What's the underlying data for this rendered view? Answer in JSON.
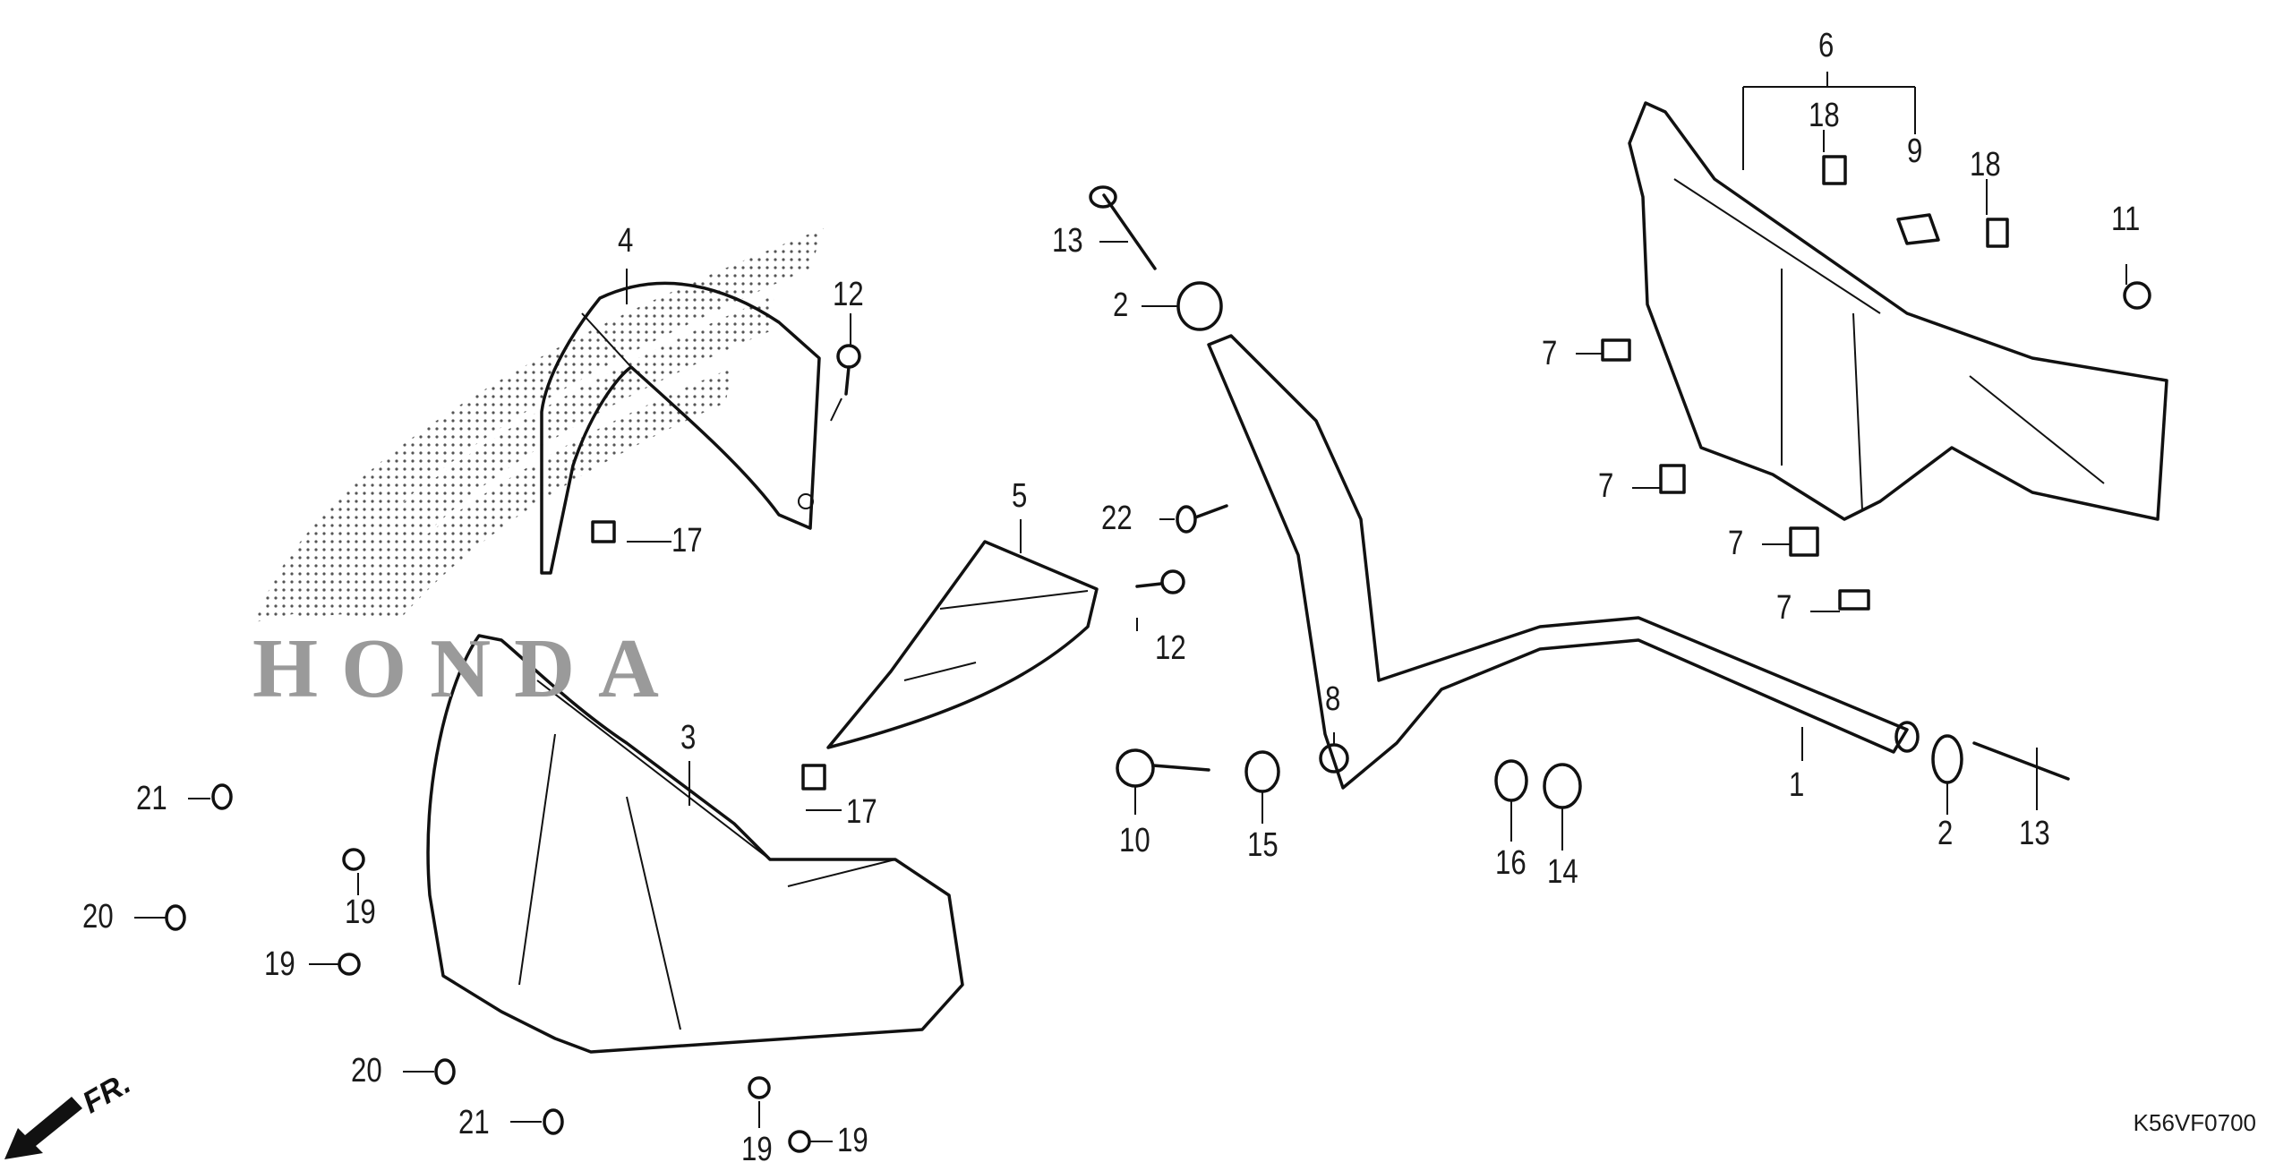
{
  "diagram": {
    "figure_code": "K56VF0700",
    "watermark_text": "HONDA",
    "direction_label": "FR.",
    "callouts": [
      {
        "id": "c1",
        "text": "1"
      },
      {
        "id": "c2a",
        "text": "2"
      },
      {
        "id": "c2b",
        "text": "2"
      },
      {
        "id": "c3",
        "text": "3"
      },
      {
        "id": "c4",
        "text": "4"
      },
      {
        "id": "c5",
        "text": "5"
      },
      {
        "id": "c6",
        "text": "6"
      },
      {
        "id": "c7a",
        "text": "7"
      },
      {
        "id": "c7b",
        "text": "7"
      },
      {
        "id": "c7c",
        "text": "7"
      },
      {
        "id": "c7d",
        "text": "7"
      },
      {
        "id": "c8",
        "text": "8"
      },
      {
        "id": "c9",
        "text": "9"
      },
      {
        "id": "c10",
        "text": "10"
      },
      {
        "id": "c11",
        "text": "11"
      },
      {
        "id": "c12a",
        "text": "12"
      },
      {
        "id": "c12b",
        "text": "12"
      },
      {
        "id": "c13a",
        "text": "13"
      },
      {
        "id": "c13b",
        "text": "13"
      },
      {
        "id": "c14",
        "text": "14"
      },
      {
        "id": "c15",
        "text": "15"
      },
      {
        "id": "c16",
        "text": "16"
      },
      {
        "id": "c17a",
        "text": "17"
      },
      {
        "id": "c17b",
        "text": "17"
      },
      {
        "id": "c18a",
        "text": "18"
      },
      {
        "id": "c18b",
        "text": "18"
      },
      {
        "id": "c19a",
        "text": "19"
      },
      {
        "id": "c19b",
        "text": "19"
      },
      {
        "id": "c19c",
        "text": "19"
      },
      {
        "id": "c19d",
        "text": "19"
      },
      {
        "id": "c20a",
        "text": "20"
      },
      {
        "id": "c20b",
        "text": "20"
      },
      {
        "id": "c21a",
        "text": "21"
      },
      {
        "id": "c21b",
        "text": "21"
      },
      {
        "id": "c22",
        "text": "22"
      }
    ]
  }
}
